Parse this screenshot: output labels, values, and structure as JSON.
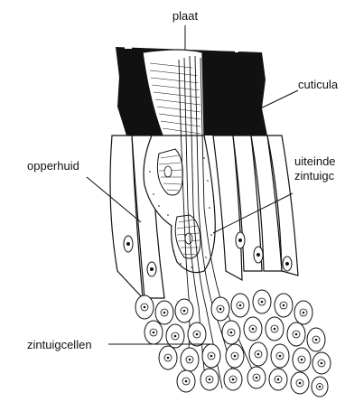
{
  "labels": {
    "plaat": "plaat",
    "cuticula": "cuticula",
    "opperhuid": "opperhuid",
    "uiteinde_line1": "uiteinde",
    "uiteinde_line2": "zintuigc",
    "zintuigcellen": "zintuigcellen"
  },
  "colors": {
    "ink": "#111111",
    "background": "#ffffff"
  }
}
